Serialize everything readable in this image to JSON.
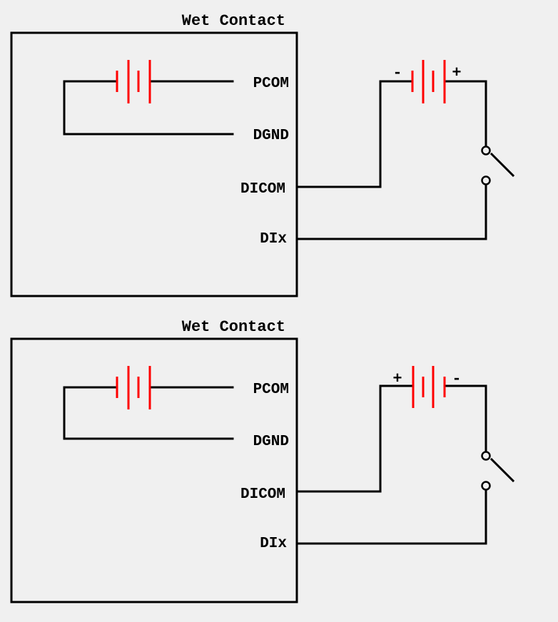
{
  "diagrams": [
    {
      "title": "Wet Contact",
      "labels": {
        "pcom": "PCOM",
        "dgnd": "DGND",
        "dicom": "DICOM",
        "dix": "DIx"
      },
      "external_battery": {
        "left_polarity": "-",
        "right_polarity": "+",
        "orientation": "negative-left"
      },
      "switch_state": "open"
    },
    {
      "title": "Wet Contact",
      "labels": {
        "pcom": "PCOM",
        "dgnd": "DGND",
        "dicom": "DICOM",
        "dix": "DIx"
      },
      "external_battery": {
        "left_polarity": "+",
        "right_polarity": "-",
        "orientation": "positive-left"
      },
      "switch_state": "open"
    }
  ],
  "colors": {
    "wire": "#000000",
    "battery_plate": "#ff0000",
    "background": "#f0f0f0"
  }
}
